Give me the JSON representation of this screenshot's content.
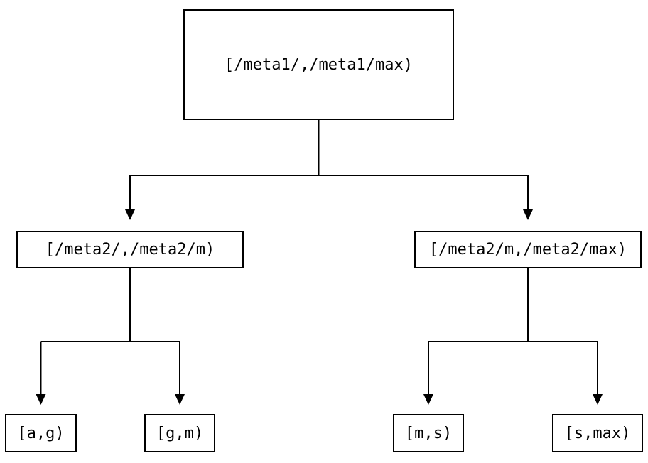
{
  "diagram": {
    "type": "binary-interval-partition-tree",
    "tree": {
      "label": "[/meta1/,/meta1/max)",
      "children": [
        {
          "label": "[/meta2/,/meta2/m)",
          "children": [
            {
              "label": "[a,g)"
            },
            {
              "label": "[g,m)"
            }
          ]
        },
        {
          "label": "[/meta2/m,/meta2/max)",
          "children": [
            {
              "label": "[m,s)"
            },
            {
              "label": "[s,max)"
            }
          ]
        }
      ]
    }
  },
  "colors": {
    "background": "#ffffff",
    "box_border": "#000000",
    "text": "#000000",
    "edge": "#000000"
  }
}
